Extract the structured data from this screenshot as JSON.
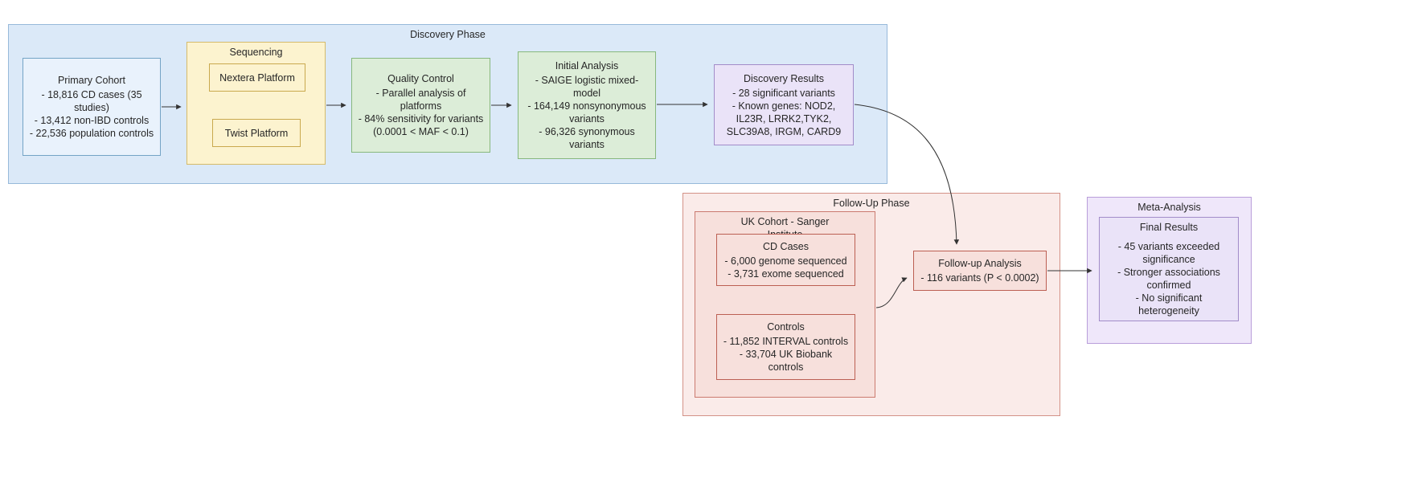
{
  "diagram": {
    "discovery_phase": {
      "title": "Discovery Phase",
      "primary_cohort": {
        "title": "Primary Cohort",
        "lines": [
          "- 18,816 CD cases (35 studies)",
          "- 13,412 non-IBD controls",
          "- 22,536 population controls"
        ]
      },
      "sequencing": {
        "title": "Sequencing",
        "nextera": "Nextera Platform",
        "twist": "Twist Platform"
      },
      "quality_control": {
        "title": "Quality Control",
        "lines": [
          "- Parallel analysis of platforms",
          "- 84% sensitivity for variants (0.0001 < MAF < 0.1)"
        ]
      },
      "initial_analysis": {
        "title": "Initial Analysis",
        "lines": [
          "- SAIGE logistic mixed-model",
          "- 164,149 nonsynonymous variants",
          "- 96,326 synonymous variants"
        ]
      },
      "discovery_results": {
        "title": "Discovery Results",
        "lines": [
          "- 28 significant variants",
          "- Known genes: NOD2, IL23R, LRRK2,TYK2, SLC39A8, IRGM, CARD9"
        ]
      }
    },
    "followup_phase": {
      "title": "Follow-Up Phase",
      "uk_cohort": {
        "title": "UK Cohort - Sanger Institute",
        "cd_cases": {
          "title": "CD Cases",
          "lines": [
            "- 6,000 genome sequenced",
            "- 3,731 exome sequenced"
          ]
        },
        "controls": {
          "title": "Controls",
          "lines": [
            "- 11,852 INTERVAL controls",
            "- 33,704 UK Biobank controls"
          ]
        }
      },
      "followup_analysis": {
        "title": "Follow-up Analysis",
        "lines": [
          "- 116 variants (P < 0.0002)"
        ]
      }
    },
    "meta_analysis": {
      "title": "Meta-Analysis",
      "final_results": {
        "title": "Final Results",
        "lines": [
          "- 45 variants exceeded significance",
          "- Stronger associations confirmed",
          "- No significant heterogeneity"
        ]
      }
    }
  },
  "colors": {
    "discovery_container_fill": "#dbe9f8",
    "discovery_container_stroke": "#97b9da",
    "blue_node_fill": "#e9f2fc",
    "yellow_fill": "#fcf3cf",
    "yellow_stroke": "#d5bb6a",
    "green_fill": "#dcedd8",
    "green_stroke": "#87b87e",
    "purple_node_fill": "#eae3f8",
    "purple_node_stroke": "#a28cc9",
    "followup_container_fill": "#faebe9",
    "red_node_fill": "#f7e0dc",
    "red_node_stroke": "#bc5f53",
    "meta_container_fill": "#efe7fa",
    "arrow_color": "#333333"
  }
}
